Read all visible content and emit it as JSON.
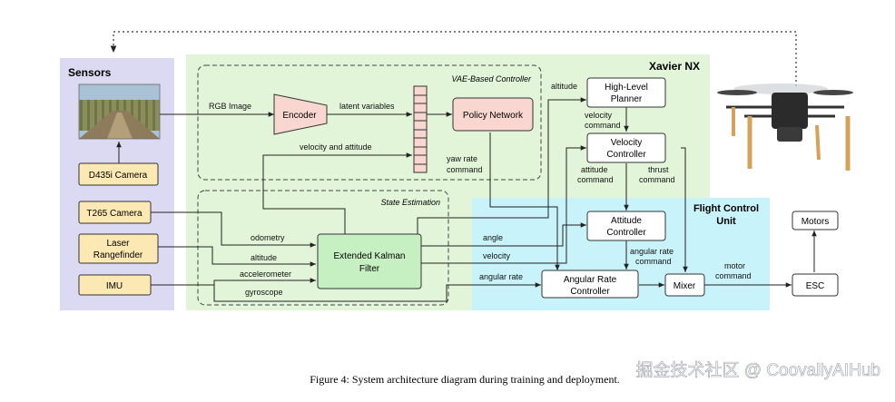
{
  "regions": {
    "sensors": "Sensors",
    "xavier": "Xavier NX",
    "flight_control_line1": "Flight Control",
    "flight_control_line2": "Unit",
    "vae_controller": "VAE-Based Controller",
    "state_estimation": "State Estimation"
  },
  "nodes": {
    "d435i": "D435i Camera",
    "t265": "T265 Camera",
    "laser_line1": "Laser",
    "laser_line2": "Rangefinder",
    "imu": "IMU",
    "encoder": "Encoder",
    "policy": "Policy Network",
    "ekf_line1": "Extended Kalman",
    "ekf_line2": "Filter",
    "planner_line1": "High-Level",
    "planner_line2": "Planner",
    "velocity_line1": "Velocity",
    "velocity_line2": "Controller",
    "attitude_line1": "Attitude",
    "attitude_line2": "Controller",
    "rate_line1": "Angular Rate",
    "rate_line2": "Controller",
    "mixer": "Mixer",
    "esc": "ESC",
    "motors": "Motors"
  },
  "edges": {
    "rgb_image": "RGB Image",
    "latent": "latent variables",
    "vel_att": "velocity and attitude",
    "yaw_line1": "yaw rate",
    "yaw_line2": "command",
    "odometry": "odometry",
    "altitude_ekf": "altitude",
    "accelerometer": "accelerometer",
    "gyroscope": "gyroscope",
    "altitude_planner": "altitude",
    "angle": "angle",
    "velocity": "velocity",
    "angular_rate": "angular rate",
    "velcmd_line1": "velocity",
    "velcmd_line2": "command",
    "attcmd_line1": "attitude",
    "attcmd_line2": "command",
    "thrust_line1": "thrust",
    "thrust_line2": "command",
    "arcmd_line1": "angular rate",
    "arcmd_line2": "command",
    "motorcmd_line1": "motor",
    "motorcmd_line2": "command"
  },
  "caption": "Figure 4: System architecture diagram during training and deployment.",
  "watermark": "掘金技术社区 @ CoovallyAIHub",
  "colors": {
    "sensors_bg": "#dcdaf3",
    "xavier_bg": "#e2f5d8",
    "fcu_bg": "#c9f3fb",
    "sensor_box": "#fce8b2",
    "encoder_box": "#f9d6cf",
    "ekf_box": "#c7f0c2",
    "accent_border": "#333333"
  }
}
